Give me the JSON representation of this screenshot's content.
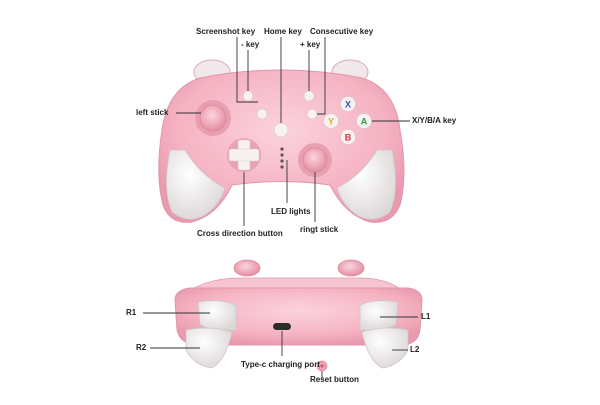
{
  "labels": {
    "screenshot_key": "Screenshot key",
    "home_key": "Home key",
    "consecutive_key": "Consecutive key",
    "minus_key": "- key",
    "plus_key": "+ key",
    "left_stick": "left stick",
    "xyba_key": "X/Y/B/A key",
    "led_lights": "LED lights",
    "right_stick": "ringt stick",
    "cross_direction": "Cross direction button",
    "r1": "R1",
    "r2": "R2",
    "l1": "L1",
    "l2": "L2",
    "type_c_port": "Type-c charging port",
    "reset_button": "Reset button"
  },
  "face_buttons": {
    "x": "X",
    "y": "Y",
    "b": "B",
    "a": "A"
  },
  "colors": {
    "shell_pink": "#f7b9c8",
    "grip_white": "#f2eeee",
    "button_x": "#2a55c8",
    "button_y": "#e0b020",
    "button_b": "#d8303a",
    "button_a": "#2aa048"
  }
}
